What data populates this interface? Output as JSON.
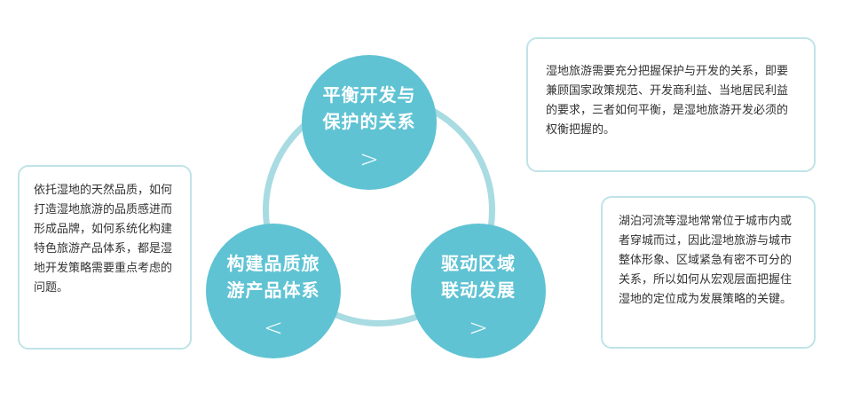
{
  "center_top": {
    "title": "平衡开发与\n保护的关系",
    "arrow": ">"
  },
  "center_left": {
    "title": "构建品质旅\n游产品体系",
    "arrow": "<"
  },
  "center_right": {
    "title": "驱动区域\n联动发展",
    "arrow": ">"
  },
  "text_top_right": "湿地旅游需要充分把握保护与开发的关系，即要兼顾国家政策规范、开发商利益、当地居民利益的要求，三者如何平衡，是湿地旅游开发必须的权衡把握的。",
  "text_left": "依托湿地的天然品质，如何打造湿地旅游的品质感进而形成品牌，如何系统化构建特色旅游产品体系，都是湿地开发策略需要重点考虑的问题。",
  "text_bottom_right": "湖泊河流等湿地常常位于城市内或者穿城而过，因此湿地旅游与城市整体形象、区域紧急有密不可分的关系，所以如何从宏观层面把握住湿地的定位成为发展策略的关键。",
  "colors": {
    "circle": "#5fc3d3",
    "ring": "#a8dbe2",
    "box_border": "#bfe3e8"
  }
}
